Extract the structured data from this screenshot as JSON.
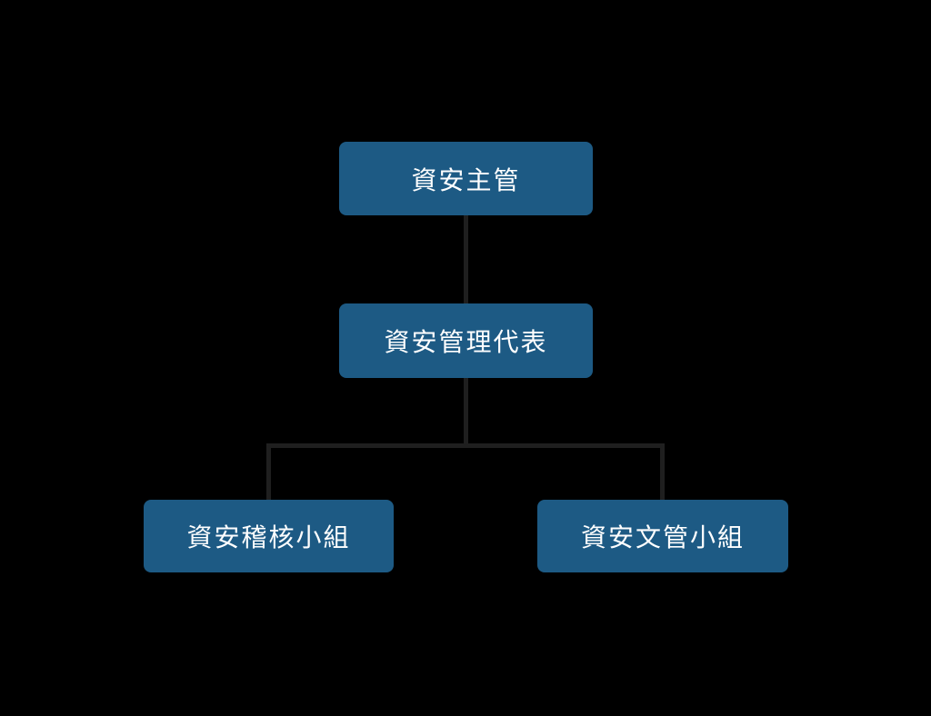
{
  "diagram": {
    "type": "org-chart",
    "colors": {
      "background": "#000000",
      "node_fill": "#1d5a84",
      "node_text": "#ffffff",
      "connector": "#1f1f1f"
    },
    "nodes": [
      {
        "id": "root",
        "label": "資安主管",
        "parent": null
      },
      {
        "id": "rep",
        "label": "資安管理代表",
        "parent": "root"
      },
      {
        "id": "audit",
        "label": "資安稽核小組",
        "parent": "rep"
      },
      {
        "id": "doc",
        "label": "資安文管小組",
        "parent": "rep"
      }
    ]
  }
}
